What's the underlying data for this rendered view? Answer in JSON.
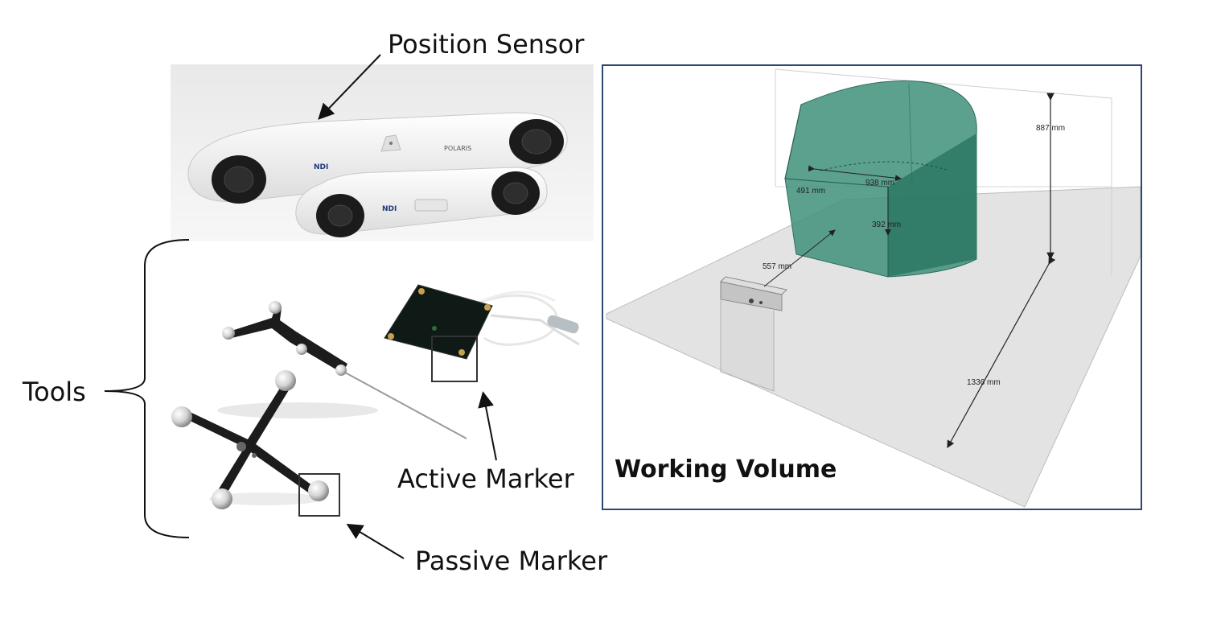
{
  "labels": {
    "position_sensor": "Position Sensor",
    "tools": "Tools",
    "active_marker": "Active Marker",
    "passive_marker": "Passive Marker",
    "working_volume": "Working Volume"
  },
  "sensor_brand": {
    "ndi_front": "NDI",
    "ndi_back": "NDI",
    "model": "POLARIS"
  },
  "dimensions": {
    "height": "887 mm",
    "width": "938 mm",
    "depth": "491 mm",
    "inner": "392 mm",
    "distance": "557 mm",
    "length": "1336 mm"
  },
  "colors": {
    "volume_fill": "#3f8f7a",
    "panel_border": "#2c4a6e",
    "sensor_body": "#f2f2f2",
    "tool_black": "#1c1c1c"
  }
}
